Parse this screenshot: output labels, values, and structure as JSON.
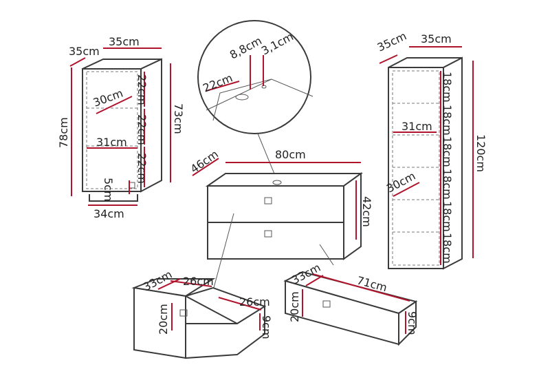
{
  "colors": {
    "outline": "#3a3a3a",
    "dimension": "#b0132c",
    "text": "#222222"
  },
  "wall_cabinet": {
    "depth": "35cm",
    "width": "35cm",
    "height_body": "73cm",
    "height_total": "78cm",
    "shelf_heights": [
      "22cm",
      "22cm",
      "22cm"
    ],
    "shelf_depth": "30cm",
    "shelf_width": "31cm",
    "handle_gap": "5cm",
    "bottom_width": "34cm"
  },
  "detail": {
    "hole_diameter": "8,8cm",
    "hole_small": "3,1cm",
    "offset": "22cm"
  },
  "base_cabinet": {
    "depth": "46cm",
    "width": "80cm",
    "height": "42cm"
  },
  "drawer_small": {
    "depth": "33cm",
    "inner_width_left": "26cm",
    "inner_width_right": "26cm",
    "front_height": "20cm",
    "inner_height": "9cm"
  },
  "drawer_large": {
    "depth": "33cm",
    "width": "71cm",
    "front_height": "20cm",
    "inner_height": "9cm"
  },
  "tall_cabinet": {
    "depth": "35cm",
    "width": "35cm",
    "height": "120cm",
    "shelf_heights": [
      "18cm",
      "18cm",
      "18cm",
      "18cm",
      "18cm",
      "18cm"
    ],
    "shelf_width": "31cm",
    "shelf_depth": "30cm"
  }
}
